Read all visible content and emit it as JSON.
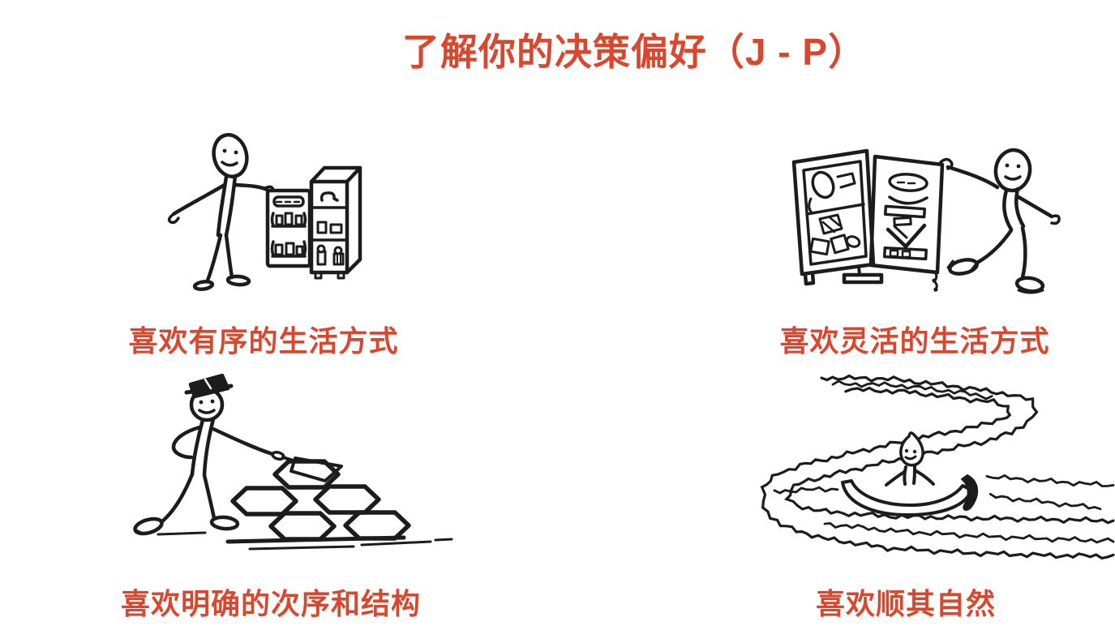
{
  "slide": {
    "background_color": "#ffffff",
    "accent_color": "#d9482e",
    "ink_color": "#1c1c1c",
    "title": "了解你的决策偏好（J - P）"
  },
  "quadrants": [
    {
      "position": "top-left",
      "caption": "喜欢有序的生活方式",
      "illustration": "person-with-organized-cabinet"
    },
    {
      "position": "top-right",
      "caption": "喜欢灵活的生活方式",
      "illustration": "person-opening-messy-cabinet"
    },
    {
      "position": "bottom-left",
      "caption": "喜欢明确的次序和结构",
      "illustration": "person-building-hexagon-structure"
    },
    {
      "position": "bottom-right",
      "caption": "喜欢顺其自然",
      "illustration": "person-drifting-boat-on-winding-river"
    }
  ]
}
